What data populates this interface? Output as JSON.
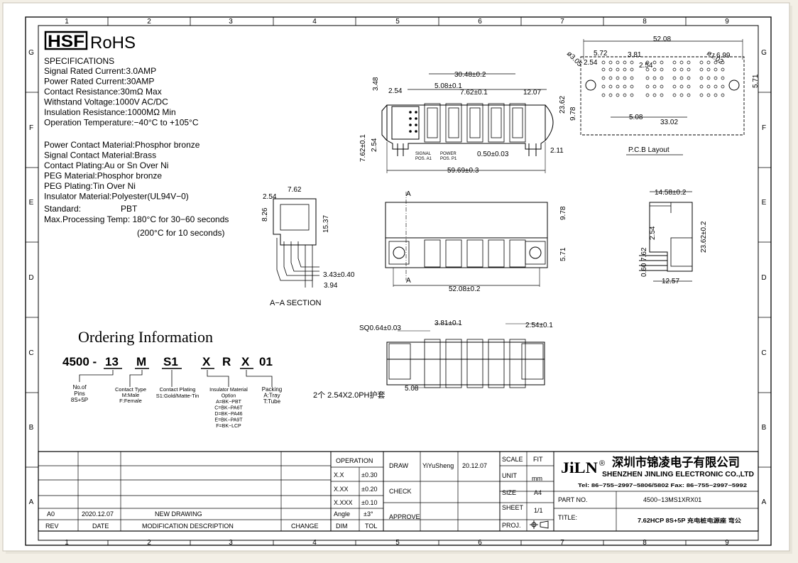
{
  "frame": {
    "col_numbers": [
      "1",
      "2",
      "3",
      "4",
      "5",
      "6",
      "7",
      "8",
      "9"
    ],
    "row_letters_right": [
      "G",
      "F",
      "E",
      "D",
      "C",
      "B",
      "A"
    ],
    "row_letters_left": [
      "G",
      "F",
      "E",
      "D",
      "C",
      "B",
      "A"
    ]
  },
  "badge": {
    "hsf": "HSF",
    "rohs": "RoHS"
  },
  "specs": {
    "heading": "SPECIFICATIONS",
    "lines": [
      "Signal Rated Current:3.0AMP",
      "Power Rated Current:30AMP",
      "Contact Resistance:30mΩ Max",
      "Withstand Voltage:1000V AC/DC",
      "Insulation Resistance:1000MΩ Min",
      "Operation Temperature:−40°C to +105°C"
    ],
    "lines2": [
      "Power Contact Material:Phosphor bronze",
      "Signal Contact Material:Brass",
      "Contact Plating:Au or Sn Over Ni",
      "PEG Material:Phosphor bronze",
      "PEG Plating:Tin Over Ni",
      "Insulator Material:Polyester(UL94V−0)"
    ],
    "standard_label": "Standard:",
    "standard_value": "PBT",
    "processing_line1": "Max.Processing Temp: 180°C for 30−60 seconds",
    "processing_line2": "(200°C for 10 seconds)"
  },
  "ordering": {
    "title": "Ordering Information",
    "base": "4500 -",
    "segs": [
      "13",
      "M",
      "S1",
      "X",
      "R",
      "X",
      "01"
    ],
    "pins_lines": [
      "No.of",
      "Pins",
      "8S+5P"
    ],
    "contact_type_lines": [
      "Contact Type",
      "M:Male",
      "F:Female"
    ],
    "plating_lines": [
      "Contact Plating",
      "S1:Gold/Matte-Tin"
    ],
    "insulator_lines": [
      "Insulator Material",
      "Option",
      "A=BK−PBT",
      "C=BK−PA6T",
      "D=BK−PA46",
      "E=BK−PA9T",
      "F=BK−LCP"
    ],
    "packing_lines": [
      "Packing",
      "A:Tray",
      "T:Tube"
    ]
  },
  "drawing": {
    "dims_top": [
      "30.48±0.2",
      "5.08±0.1",
      "7.62±0.1",
      "12.07",
      "2.54",
      "3.48",
      "23.62",
      "9.78",
      "7.62±0.1",
      "2.54",
      "0.50±0.03",
      "2.11",
      "59.69±0.3"
    ],
    "signal_label": [
      "SIGNAL",
      "POS. A1"
    ],
    "power_label": [
      "POWER",
      "POS. P1"
    ],
    "pcb_dims": [
      "52.08",
      "5.72",
      "3.81",
      "6.99",
      "2.54",
      "2.54",
      "5.71",
      "5.08",
      "33.02"
    ],
    "pcb_hole_left": "ø3.05",
    "pcb_hole_right": "ø1.02",
    "pcb_title": "P.C.B Layout",
    "section_dims": [
      "7.62",
      "2.54",
      "8.26",
      "15.37",
      "3.43±0.40",
      "3.94"
    ],
    "section_title": "A−A  SECTION",
    "front_dims": [
      "9.78",
      "5.71",
      "52.08±0.2"
    ],
    "section_mark": "A",
    "side_dims": [
      "14.58±0.2",
      "2.54",
      "23.62±0.2",
      "7.62",
      "0.60",
      "12.57"
    ],
    "bottom_dims": [
      "SQ0.64±0.03",
      "3.81±0.1",
      "2.54±0.1",
      "5.08"
    ],
    "cover_note": "2个 2.54X2.0PH护套"
  },
  "title_block": {
    "headers": {
      "rev": "REV",
      "date": "DATE",
      "mod": "MODIFICATION DESCRIPTION",
      "change": "CHANGE"
    },
    "rev_row": {
      "rev": "A0",
      "date": "2020.12.07",
      "desc": "NEW DRAWING"
    },
    "tol": {
      "operation": "OPERATION",
      "rows": [
        [
          "X.X",
          "±0.30"
        ],
        [
          "X.XX",
          "±0.20"
        ],
        [
          "X.XXX",
          "±0.10"
        ],
        [
          "Angle",
          "±3°"
        ]
      ],
      "dim": "DIM",
      "tol": "TOL"
    },
    "draw": "DRAW",
    "drawer": "YiYuSheng",
    "draw_date": "20.12.07",
    "check": "CHECK",
    "approve": "APPROVE",
    "scale": "SCALE",
    "scale_val": "FIT",
    "unit": "UNIT",
    "unit_val": "mm",
    "size": "SIZE",
    "size_val": "A4",
    "sheet": "SHEET",
    "sheet_val": "1/1",
    "proj": "PROJ.",
    "logo": "JiLN",
    "reg": "®",
    "company_cn": "深圳市锦凌电子有限公司",
    "company_en": "SHENZHEN JINLING ELECTRONIC CO.,LTD",
    "phone": "Tel: 86−755−2997−5806/5802   Fax: 86−755−2997−5992",
    "part_no_label": "PART NO.",
    "part_no": "4500−13MS1XRX01",
    "title_label": "TITLE:",
    "title_val": "7.62HCP 8S+5P 充电桩电源座 弯公"
  }
}
